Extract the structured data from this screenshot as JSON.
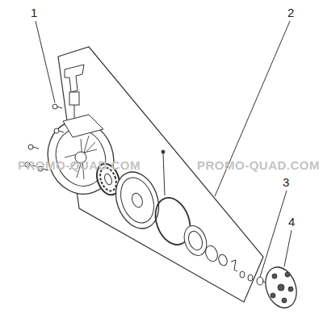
{
  "diagram": {
    "labels": [
      "1",
      "2",
      "3",
      "4",
      "PROMO-QUAD.COM",
      "PROMO-QUAD.COM"
    ]
  }
}
